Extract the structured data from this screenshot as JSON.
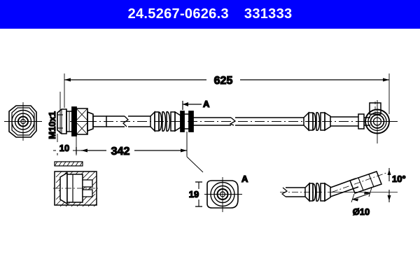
{
  "header": {
    "part_number": "24.5267-0626.3",
    "reference_number": "331333",
    "background_color": "#0000FE",
    "text_color": "#FFFFFF"
  },
  "drawing": {
    "line_color": "#000000",
    "background_color": "#FFFFFF",
    "dimensions": {
      "overall_length": "625",
      "length_to_clamp": "342",
      "thread_offset": "10",
      "thread_spec": "M10x1",
      "section_width": "19",
      "bend_angle": "10°",
      "tube_diameter": "Ø10"
    },
    "labels": {
      "section_marker_top": "A",
      "section_marker_view": "A"
    }
  }
}
